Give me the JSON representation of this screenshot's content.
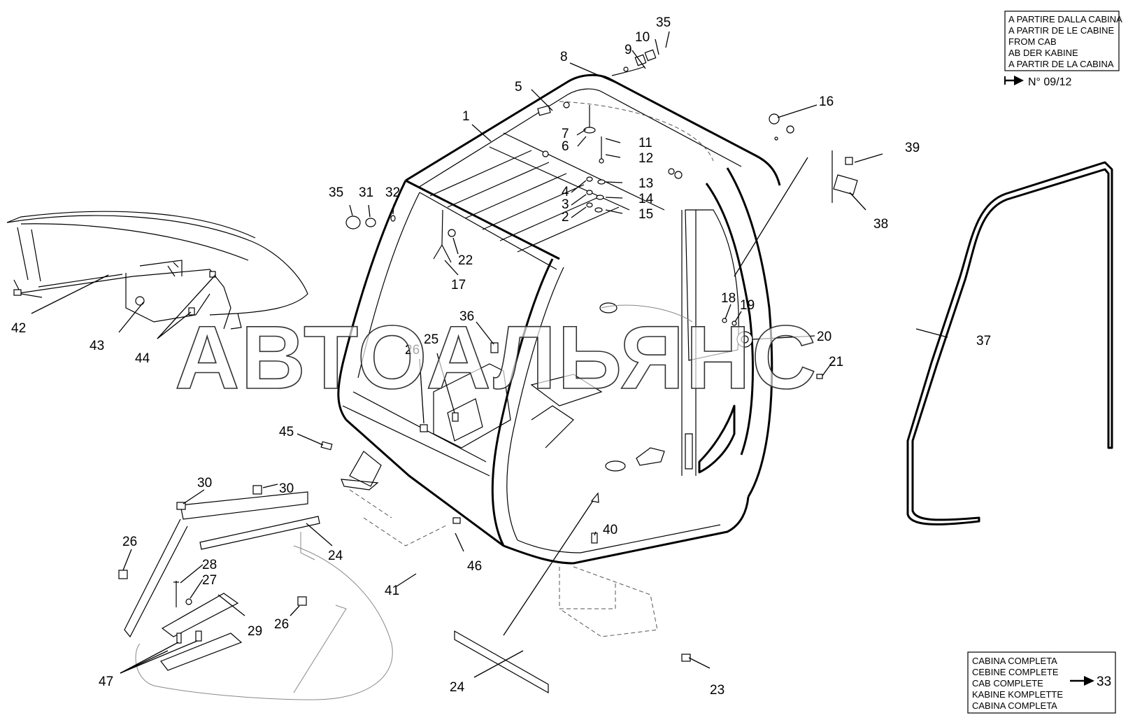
{
  "notes": {
    "top_right": {
      "lines": [
        "A PARTIRE DALLA CABINA",
        "A PARTIR DE LE CABINE",
        "FROM CAB",
        "AB DER KABINE",
        "A PARTIR DE LA CABINA"
      ],
      "serial": "N° 09/12"
    },
    "bottom_right": {
      "lines": [
        "CABINA COMPLETA",
        "CEBINE COMPLETE",
        "CAB COMPLETE",
        "KABINE KOMPLETTE",
        "CABINA COMPLETA"
      ],
      "ref": "33"
    }
  },
  "watermark": "АВТОАЛЬЯНС",
  "callouts": [
    "1",
    "2",
    "3",
    "4",
    "5",
    "6",
    "7",
    "8",
    "9",
    "10",
    "11",
    "12",
    "13",
    "14",
    "15",
    "16",
    "35",
    "35",
    "17",
    "18",
    "19",
    "20",
    "21",
    "22",
    "23",
    "24",
    "24",
    "25",
    "26",
    "26",
    "26",
    "27",
    "28",
    "29",
    "30",
    "30",
    "31",
    "32",
    "36",
    "37",
    "38",
    "39",
    "40",
    "41",
    "42",
    "43",
    "44",
    "45",
    "46",
    "47"
  ]
}
